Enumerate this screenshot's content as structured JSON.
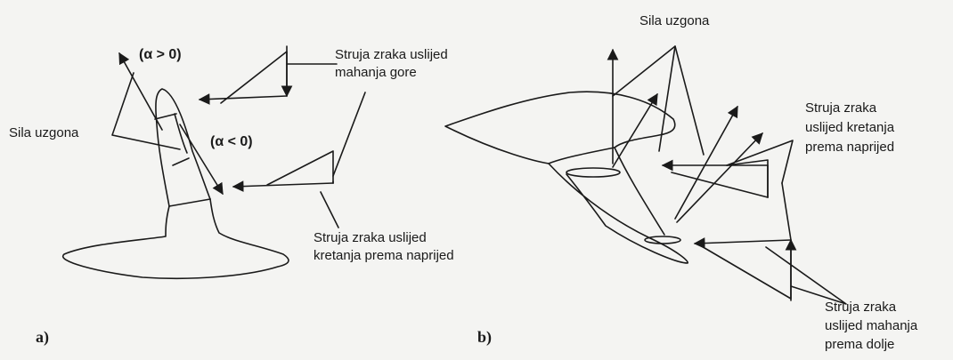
{
  "panel_a": {
    "tag": "a)",
    "alpha_pos": "(α > 0)",
    "alpha_neg": "(α < 0)",
    "lift_label": "Sila uzgona",
    "flap_up_air": [
      "Struja zraka uslijed",
      "mahanja gore"
    ],
    "forward_air": [
      "Struja zraka uslijed",
      "kretanja prema naprijed"
    ]
  },
  "panel_b": {
    "tag": "b)",
    "lift_label": "Sila uzgona",
    "forward_air": [
      "Struja zraka",
      "uslijed kretanja",
      "prema naprijed"
    ],
    "flap_down_air": [
      "Struja zraka",
      "uslijed mahanja",
      "prema dolje"
    ]
  },
  "colors": {
    "ink": "#1a1a1a",
    "background": "#f4f4f2"
  }
}
